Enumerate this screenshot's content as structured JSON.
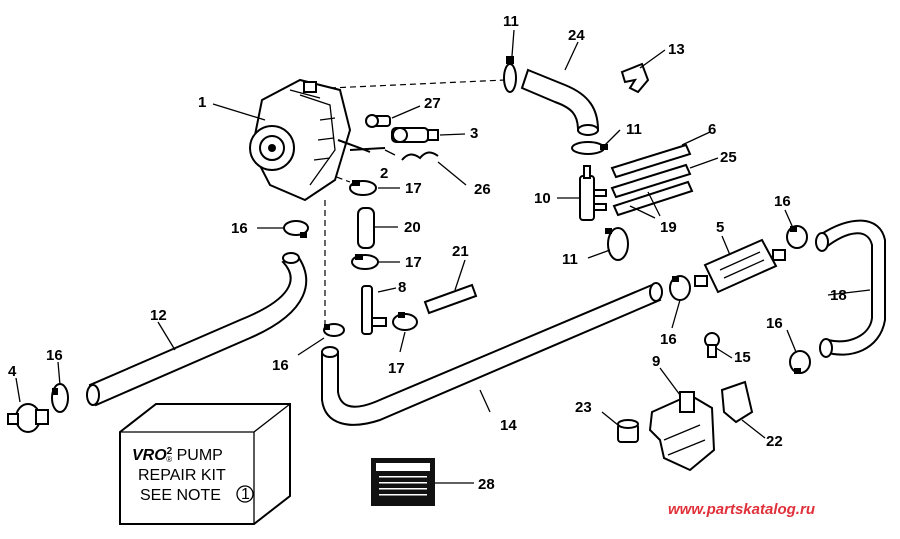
{
  "diagram": {
    "callouts": [
      {
        "id": "c1",
        "text": "1"
      },
      {
        "id": "c2",
        "text": "2"
      },
      {
        "id": "c3",
        "text": "3"
      },
      {
        "id": "c4",
        "text": "4"
      },
      {
        "id": "c5",
        "text": "5"
      },
      {
        "id": "c6",
        "text": "6"
      },
      {
        "id": "c8",
        "text": "8"
      },
      {
        "id": "c9",
        "text": "9"
      },
      {
        "id": "c10",
        "text": "10"
      },
      {
        "id": "c11a",
        "text": "11"
      },
      {
        "id": "c11b",
        "text": "11"
      },
      {
        "id": "c11c",
        "text": "11"
      },
      {
        "id": "c12",
        "text": "12"
      },
      {
        "id": "c13",
        "text": "13"
      },
      {
        "id": "c14",
        "text": "14"
      },
      {
        "id": "c15",
        "text": "15"
      },
      {
        "id": "c16a",
        "text": "16"
      },
      {
        "id": "c16b",
        "text": "16"
      },
      {
        "id": "c16c",
        "text": "16"
      },
      {
        "id": "c16d",
        "text": "16"
      },
      {
        "id": "c16e",
        "text": "16"
      },
      {
        "id": "c16f",
        "text": "16"
      },
      {
        "id": "c17a",
        "text": "17"
      },
      {
        "id": "c17b",
        "text": "17"
      },
      {
        "id": "c17c",
        "text": "17"
      },
      {
        "id": "c18",
        "text": "18"
      },
      {
        "id": "c19",
        "text": "19"
      },
      {
        "id": "c20",
        "text": "20"
      },
      {
        "id": "c21",
        "text": "21"
      },
      {
        "id": "c22",
        "text": "22"
      },
      {
        "id": "c23",
        "text": "23"
      },
      {
        "id": "c24",
        "text": "24"
      },
      {
        "id": "c25",
        "text": "25"
      },
      {
        "id": "c26",
        "text": "26"
      },
      {
        "id": "c27",
        "text": "27"
      },
      {
        "id": "c28",
        "text": "28"
      }
    ],
    "repair_kit": {
      "brand": "VRO",
      "brand_sup": "2",
      "brand_reg": "®",
      "line1_suffix": " PUMP",
      "line2": "REPAIR KIT",
      "line3": "SEE NOTE",
      "note_number": "1"
    },
    "watermark": "www.partskatalog.ru"
  }
}
